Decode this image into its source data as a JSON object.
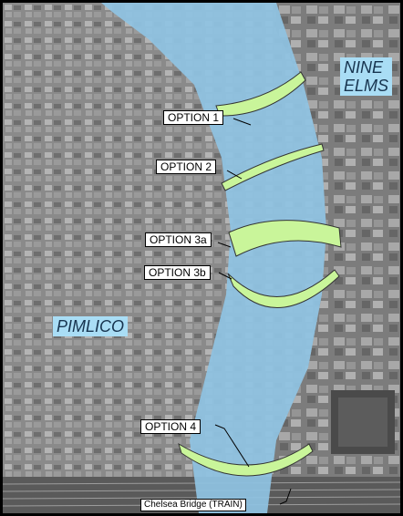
{
  "districts": {
    "nine_elms_line1": "NINE",
    "nine_elms_line2": "ELMS",
    "pimlico": "PIMLICO"
  },
  "options": {
    "opt1": "OPTION 1",
    "opt2": "OPTION 2",
    "opt3a": "OPTION 3a",
    "opt3b": "OPTION 3b",
    "opt4": "OPTION 4"
  },
  "bridge_label": "Chelsea Bridge (TRAIN)",
  "colors": {
    "river": "#8fc3e2",
    "bridge_option": "#c9f59a",
    "district_label_bg": "#a9ddf5"
  }
}
